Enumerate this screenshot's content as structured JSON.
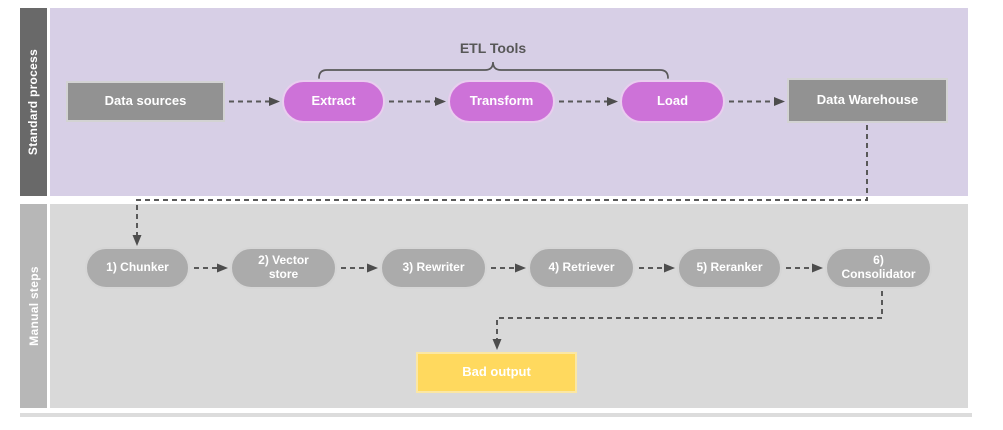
{
  "diagram": {
    "lanes": [
      {
        "label": "Standard process"
      },
      {
        "label": "Manual steps"
      }
    ],
    "brace": {
      "label": "ETL Tools",
      "spans": [
        "extract",
        "transform",
        "load"
      ]
    },
    "nodes": {
      "data_sources": "Data sources",
      "extract": "Extract",
      "transform": "Transform",
      "load": "Load",
      "data_warehouse": "Data Warehouse",
      "chunker": "1) Chunker",
      "vector_store": "2) Vector store",
      "rewriter": "3) Rewriter",
      "retriever": "4) Retriever",
      "reranker": "5) Reranker",
      "consolidator": "6) Consolidator",
      "bad_output": "Bad output"
    },
    "edges": [
      {
        "from": "data_sources",
        "to": "extract",
        "style": "dashed-arrow"
      },
      {
        "from": "extract",
        "to": "transform",
        "style": "dashed-arrow"
      },
      {
        "from": "transform",
        "to": "load",
        "style": "dashed-arrow"
      },
      {
        "from": "load",
        "to": "data_warehouse",
        "style": "dashed-arrow"
      },
      {
        "from": "data_warehouse",
        "to": "chunker",
        "style": "dashed-elbow-arrow"
      },
      {
        "from": "chunker",
        "to": "vector_store",
        "style": "dashed-arrow"
      },
      {
        "from": "vector_store",
        "to": "rewriter",
        "style": "dashed-arrow"
      },
      {
        "from": "rewriter",
        "to": "retriever",
        "style": "dashed-arrow"
      },
      {
        "from": "retriever",
        "to": "reranker",
        "style": "dashed-arrow"
      },
      {
        "from": "reranker",
        "to": "consolidator",
        "style": "dashed-arrow"
      },
      {
        "from": "consolidator",
        "to": "bad_output",
        "style": "dashed-elbow-arrow"
      }
    ],
    "colors": {
      "standard_lane_bg": "#d7cfe6",
      "manual_lane_bg": "#d9d9d9",
      "standard_lane_band": "#696969",
      "manual_lane_band": "#b7b7b7",
      "process_box_gray": "#929292",
      "manual_pill_gray": "#ababab",
      "etl_pill_purple": "#cd72d8",
      "bad_output_yellow": "#ffd95e",
      "connector_gray": "#595959",
      "node_text": "#ffffff"
    }
  }
}
